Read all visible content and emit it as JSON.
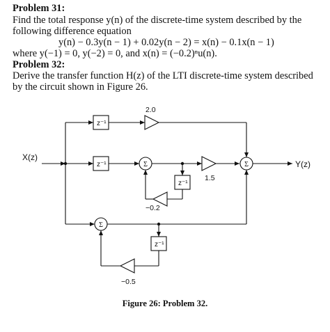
{
  "problem31": {
    "heading": "Problem 31:",
    "text_line1": "Find the total response y(n) of the discrete-time system described by the",
    "text_line2": "following difference equation",
    "equation": "y(n) − 0.3y(n − 1) + 0.02y(n − 2) = x(n) − 0.1x(n − 1)",
    "initial": "where y(−1) = 0, y(−2) = 0, and x(n) = (−0.2)ⁿu(n)."
  },
  "problem32": {
    "heading": "Problem 32:",
    "text_line1": "Derive the transfer function H(z) of the LTI discrete-time system described",
    "text_line2": "by the circuit shown in Figure 26."
  },
  "diagram": {
    "input_label": "X(z)",
    "output_label": "Y(z)",
    "delay_label": "z⁻¹",
    "sum_symbol": "Σ",
    "gain_top": "2.0",
    "gain_mid": "1.5",
    "gain_fb1": "−0.2",
    "gain_fb2": "−0.5"
  },
  "caption": "Figure 26: Problem 32."
}
